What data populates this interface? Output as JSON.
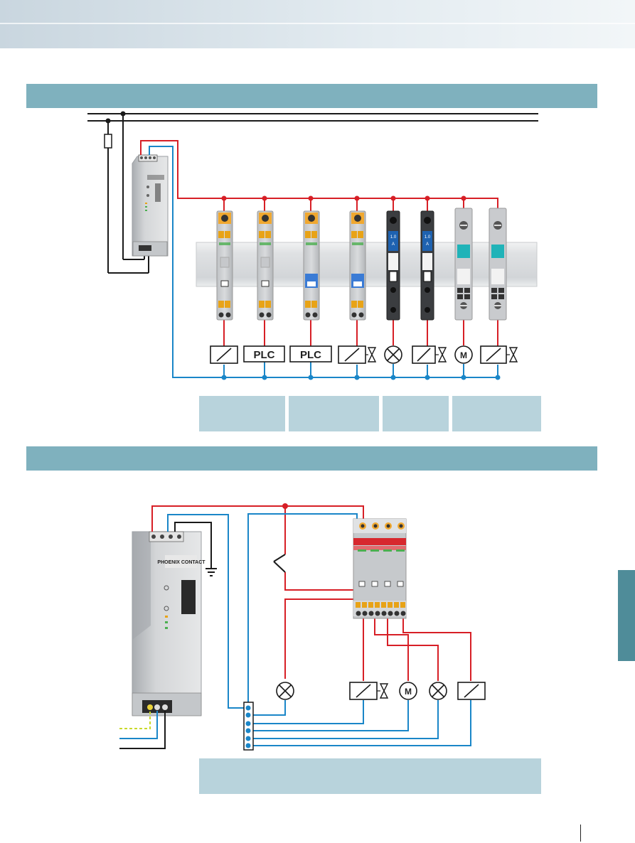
{
  "colors": {
    "header_band": "#d5e1e8",
    "section_bar": "#7fb1be",
    "caption_box": "#b8d3dc",
    "side_tab": "#4f8c99",
    "wire_positive": "#d71f26",
    "wire_negative": "#1a86c8",
    "wire_black": "#1a1a1a",
    "wire_ground": "#c9d92a"
  },
  "diagram1": {
    "loads": {
      "plc_label_1": "PLC",
      "plc_label_2": "PLC",
      "motor_label": "M"
    },
    "modules": {
      "breaker_rating_1": "1.0 A",
      "breaker_rating_2": "1.0 A"
    }
  },
  "diagram2": {
    "brand": "PHOENIX CONTACT",
    "loads": {
      "motor_label": "M"
    }
  },
  "icons": [
    "relay-coil-icon",
    "valve-icon",
    "lamp-icon",
    "motor-icon",
    "switch-icon",
    "ground-icon",
    "fuse-icon",
    "power-supply-icon"
  ]
}
